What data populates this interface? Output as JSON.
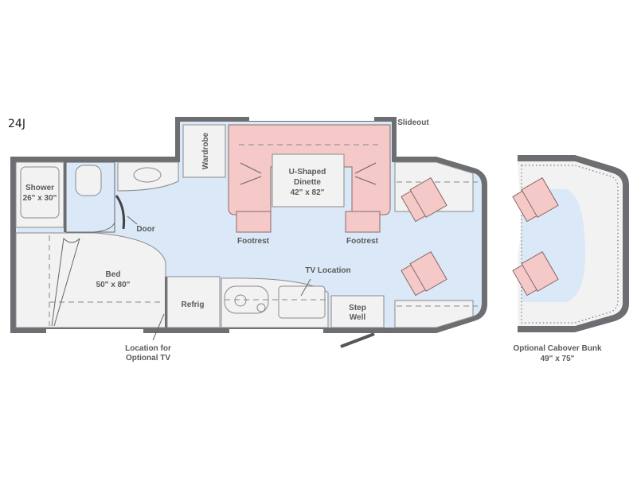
{
  "model": "24J",
  "labels": {
    "slideout": "Slideout",
    "wardrobe": "Wardrobe",
    "dinette_name_1": "U-Shaped",
    "dinette_name_2": "Dinette",
    "dinette_size": "42\" x 82\"",
    "shower": "Shower",
    "shower_size": "26\" x 30\"",
    "door": "Door",
    "footrest_left": "Footrest",
    "footrest_right": "Footrest",
    "tv_location": "TV Location",
    "bed": "Bed",
    "bed_size": "50\" x 80\"",
    "refrig": "Refrig",
    "step_well_1": "Step",
    "step_well_2": "Well",
    "optional_tv_1": "Location for",
    "optional_tv_2": "Optional TV",
    "cabover_bunk": "Optional Cabover Bunk",
    "cabover_size": "49\" x 75\""
  },
  "colors": {
    "wall": "#6d6e71",
    "floor": "#dbe8f7",
    "seating": "#f4c9c7",
    "fixtures": "#f2f2f3"
  }
}
